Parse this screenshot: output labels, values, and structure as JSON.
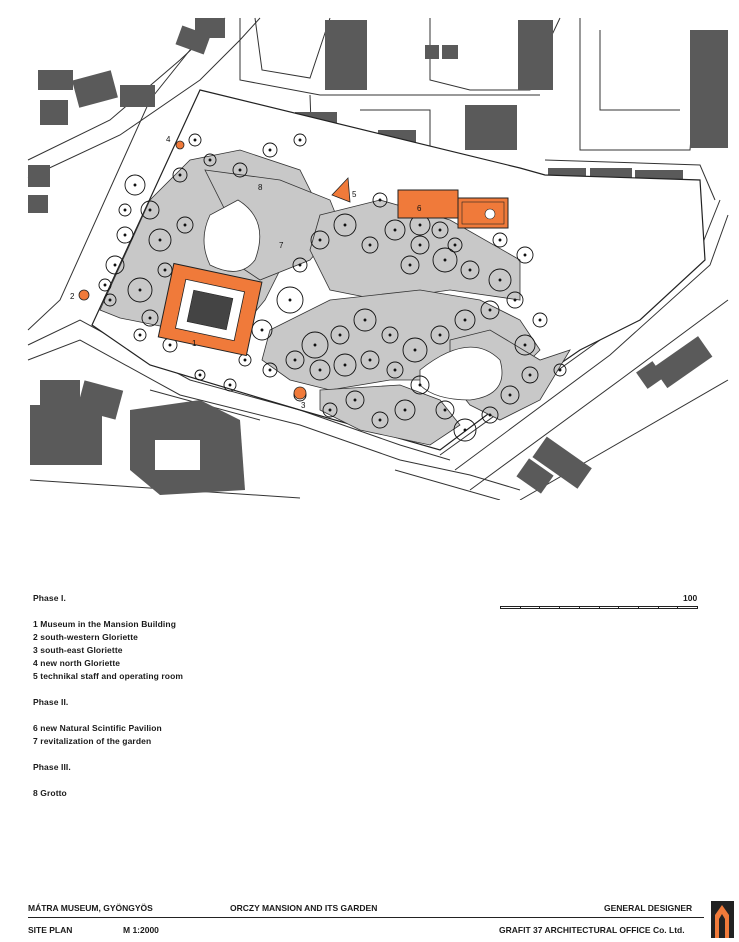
{
  "site_plan": {
    "building_numbers": [
      "1",
      "2",
      "3",
      "4",
      "5",
      "6",
      "7",
      "8"
    ],
    "colors": {
      "phase_highlight": "#f07a3a",
      "building_dark": "#5a5a5a",
      "garden_gray": "#c8c8c8"
    },
    "scale": {
      "label": "100"
    }
  },
  "legend": {
    "phase1_title": "Phase I.",
    "phase1_items": [
      "1  Museum in the Mansion Building",
      "2  south-western Gloriette",
      "3  south-east Gloriette",
      "4  new north Gloriette",
      "5  technikal staff and operating room"
    ],
    "phase2_title": "Phase II.",
    "phase2_items": [
      "6  new Natural Scintific Pavilion",
      "7  revitalization of the garden"
    ],
    "phase3_title": "Phase III.",
    "phase3_items": [
      "8  Grotto"
    ]
  },
  "footer": {
    "project": "MÁTRA MUSEUM, GYÖNGYÖS",
    "subject": "ORCZY MANSION AND ITS GARDEN",
    "role": "GENERAL DESIGNER",
    "sheet": "SITE PLAN",
    "scale": "M 1:2000",
    "office": "GRAFIT 37 ARCHITECTURAL OFFICE Co. Ltd."
  }
}
